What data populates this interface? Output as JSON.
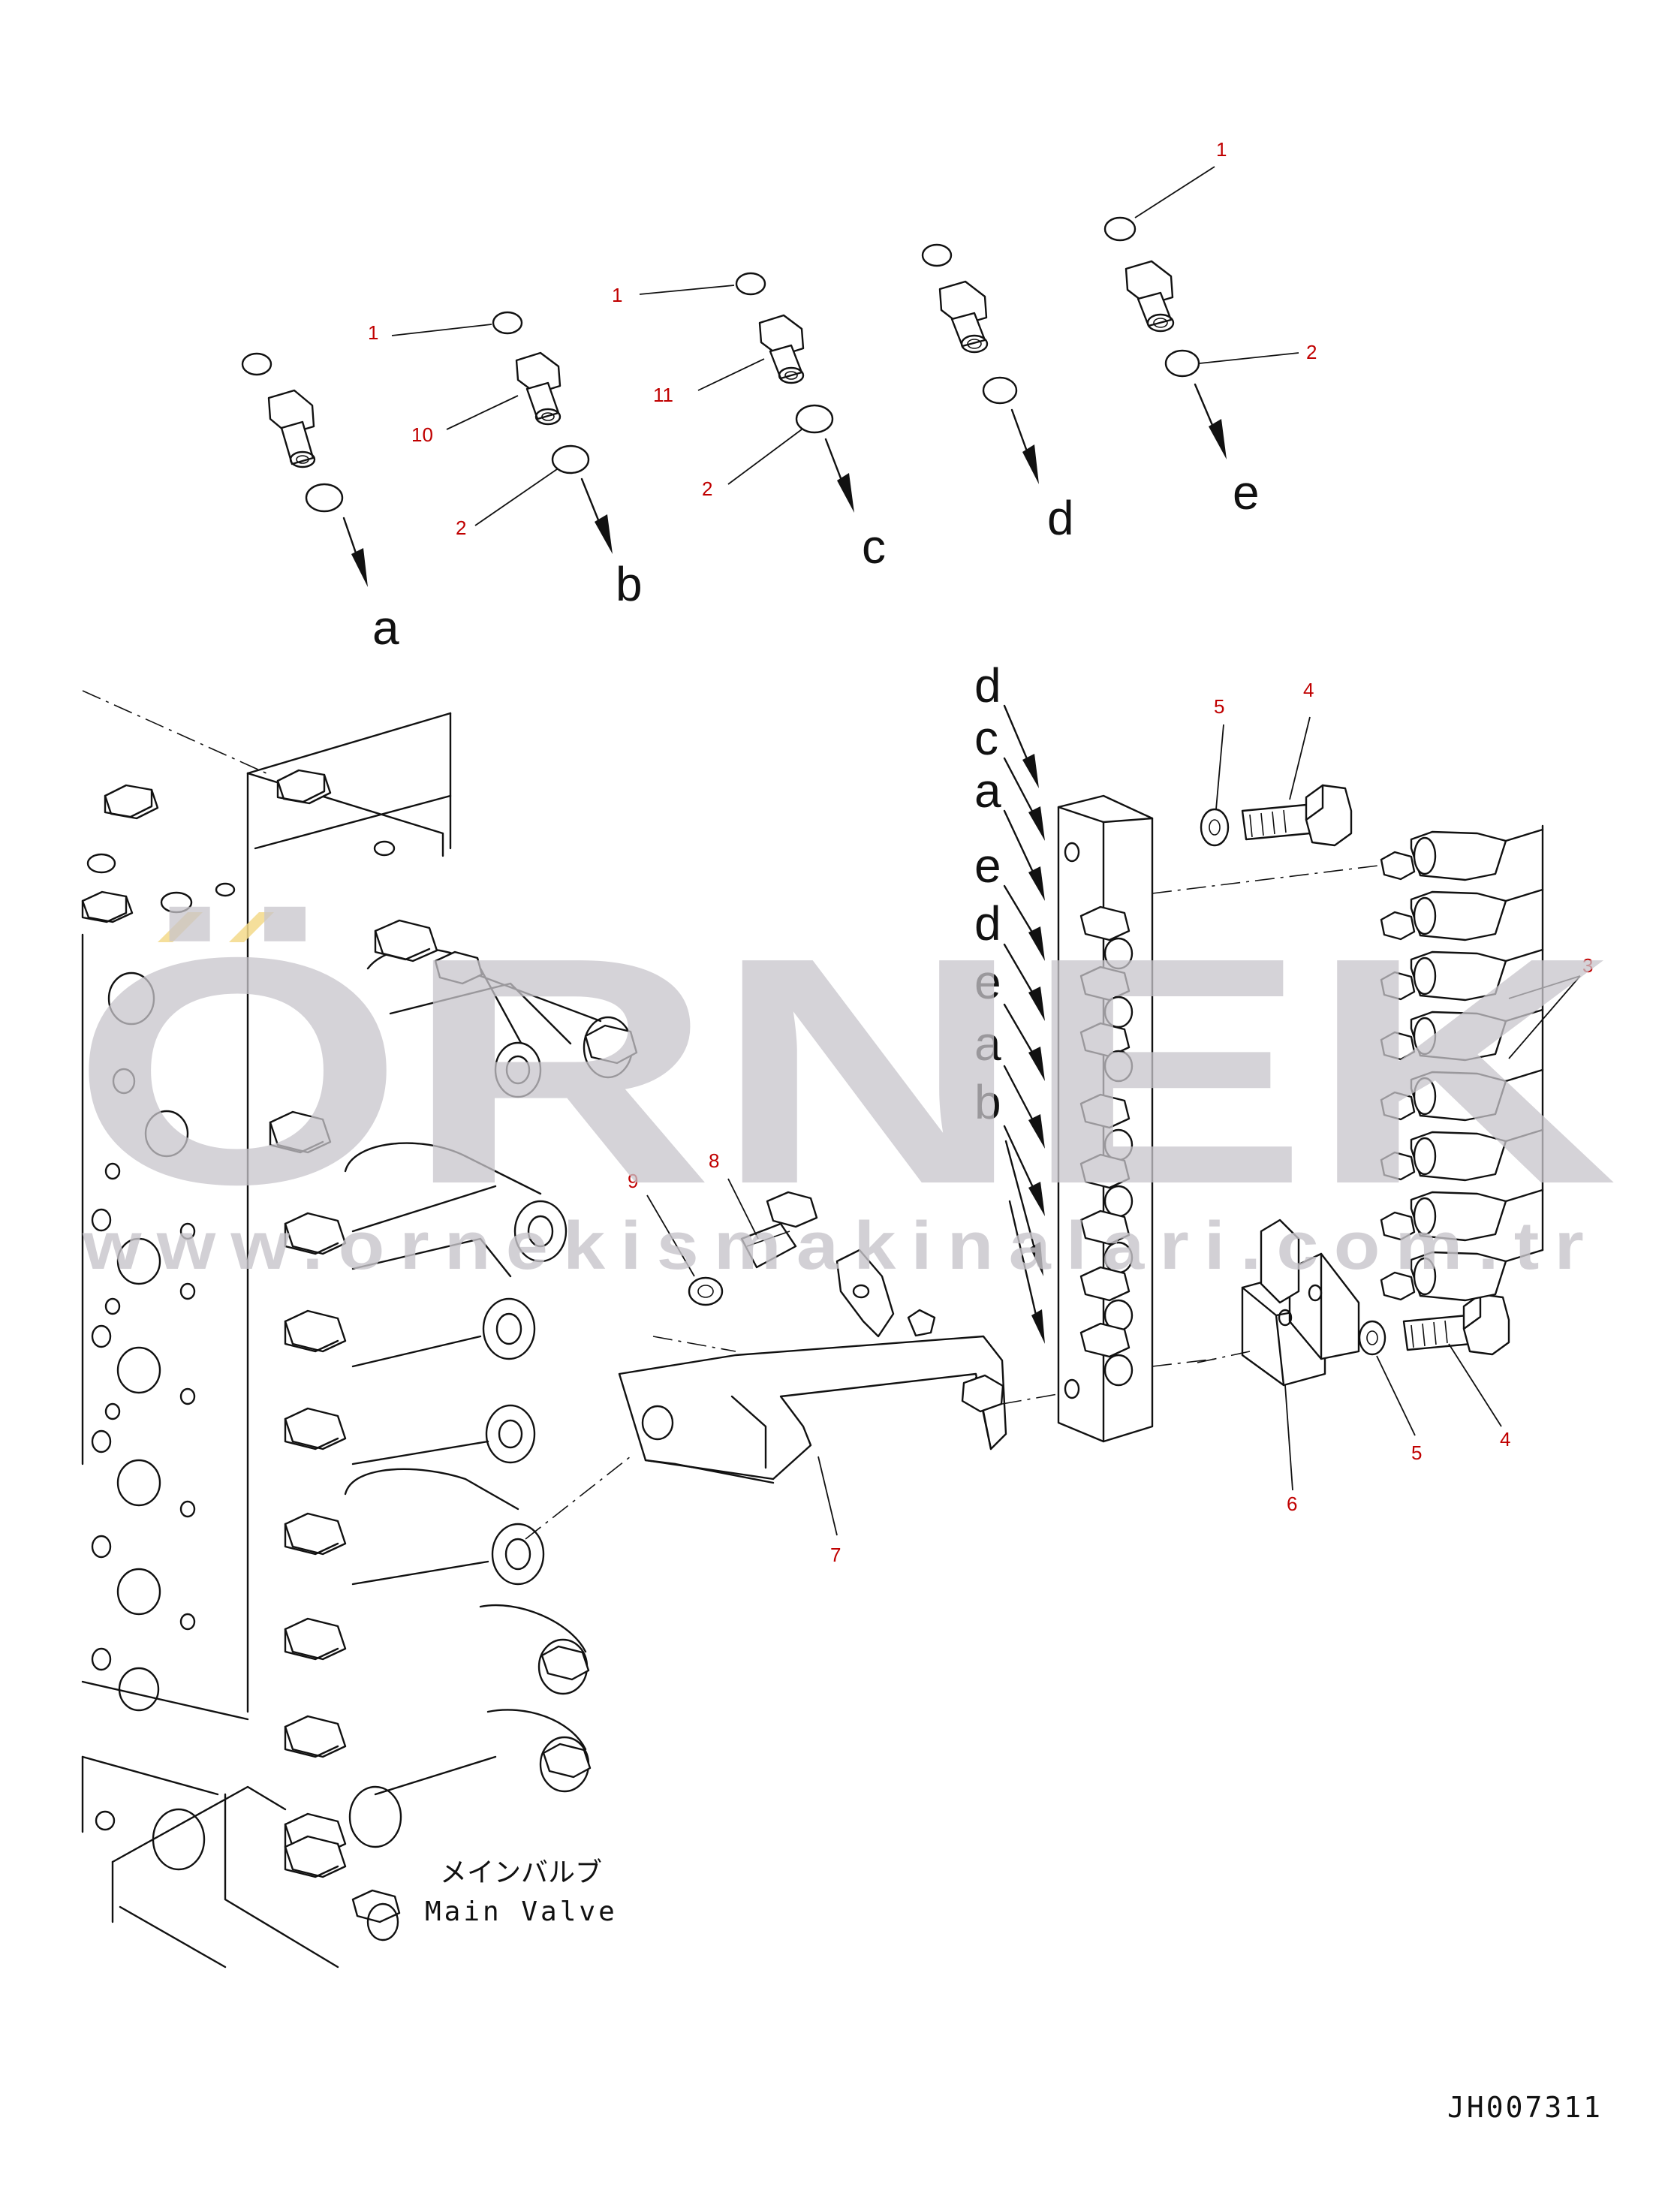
{
  "diagram": {
    "drawing_number": "JH007311",
    "main_valve_label_jp": "メインバルブ",
    "main_valve_label_en": "Main Valve",
    "watermark_brand": "ÖRNEK",
    "watermark_url": "www.ornekismakinalari.com.tr",
    "callouts": {
      "c1a": "1",
      "c1b": "1",
      "c1c": "1",
      "c2a": "2",
      "c2b": "2",
      "c2c": "2",
      "c10": "10",
      "c11": "11",
      "c3": "3",
      "c4a": "4",
      "c4b": "4",
      "c5a": "5",
      "c5b": "5",
      "c6": "6",
      "c7": "7",
      "c8": "8",
      "c9": "9"
    },
    "port_letters_top": [
      "a",
      "b",
      "c",
      "d",
      "e"
    ],
    "port_letters_block": [
      "d",
      "c",
      "a",
      "e",
      "d",
      "e",
      "a",
      "b"
    ]
  },
  "colors": {
    "callout": "#c00000",
    "line": "#111111",
    "watermark": "#c8c5cb",
    "watermark_accent": "#f3d98a"
  }
}
